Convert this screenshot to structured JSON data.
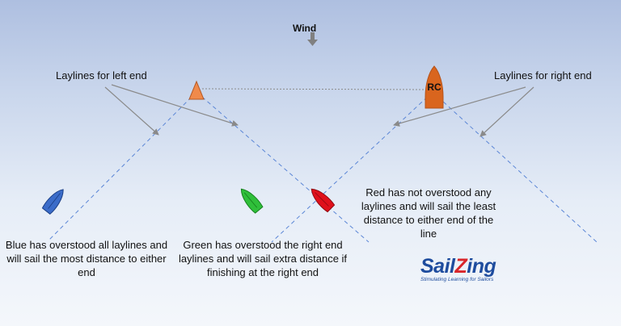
{
  "wind_label": "Wind",
  "labels": {
    "left_laylines": "Laylines for left end",
    "right_laylines": "Laylines for right end",
    "committee_boat": "RC"
  },
  "captions": {
    "blue": "Blue has overstood all laylines and will sail the most distance to either end",
    "green": "Green has overstood the right end laylines and will sail extra distance if finishing at the right end",
    "red": "Red has not overstood any laylines and will sail the least distance to either end of the line"
  },
  "brand": {
    "name_part1": "Sail",
    "name_part2": "Z",
    "name_part3": "ing",
    "tagline": "Stimulating Learning for Sailors"
  },
  "colors": {
    "blue_boat": "#3b6cc9",
    "green_boat": "#2fbf3a",
    "red_boat": "#e0101b",
    "pin_mark": "#f08a4b",
    "committee_boat": "#d9651e",
    "layline": "#5b86d6",
    "finish_line": "#8a8a8a",
    "pointer_arrow": "#8a8a8a",
    "brand_blue": "#1e4c9e",
    "brand_red": "#d9262b"
  }
}
